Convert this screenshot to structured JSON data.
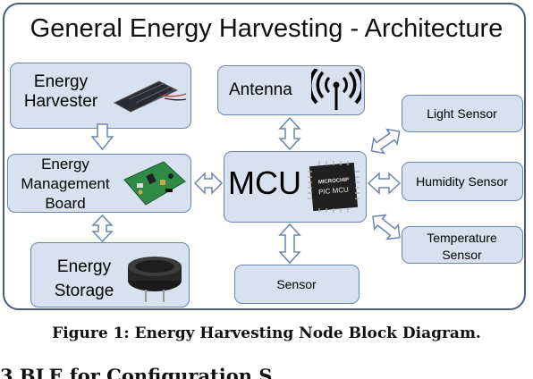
{
  "title": "General Energy Harvesting - Architecture",
  "blocks": {
    "energy_harvester": {
      "line1": "Energy",
      "line2": "Harvester"
    },
    "energy_management": {
      "line1": "Energy",
      "line2": "Management",
      "line3": "Board"
    },
    "energy_storage": {
      "line1": "Energy",
      "line2": "Storage"
    },
    "antenna": "Antenna",
    "mcu": "MCU",
    "sensor": "Sensor",
    "light_sensor": "Light Sensor",
    "humidity_sensor": "Humidity Sensor",
    "temperature_sensor": {
      "line1": "Temperature",
      "line2": "Sensor"
    }
  },
  "chip_marking": {
    "brand": "MICROCHIP",
    "model": "PIC MCU"
  },
  "caption": "Figure 1: Energy Harvesting Node Block Diagram.",
  "cutoff_text": "3 BLE for Configuration S",
  "colors": {
    "box_fill": "#d7e1ef",
    "box_border": "#6a86b0",
    "frame_border": "#4a5d7a",
    "arrow_stroke": "#6a86b0"
  }
}
